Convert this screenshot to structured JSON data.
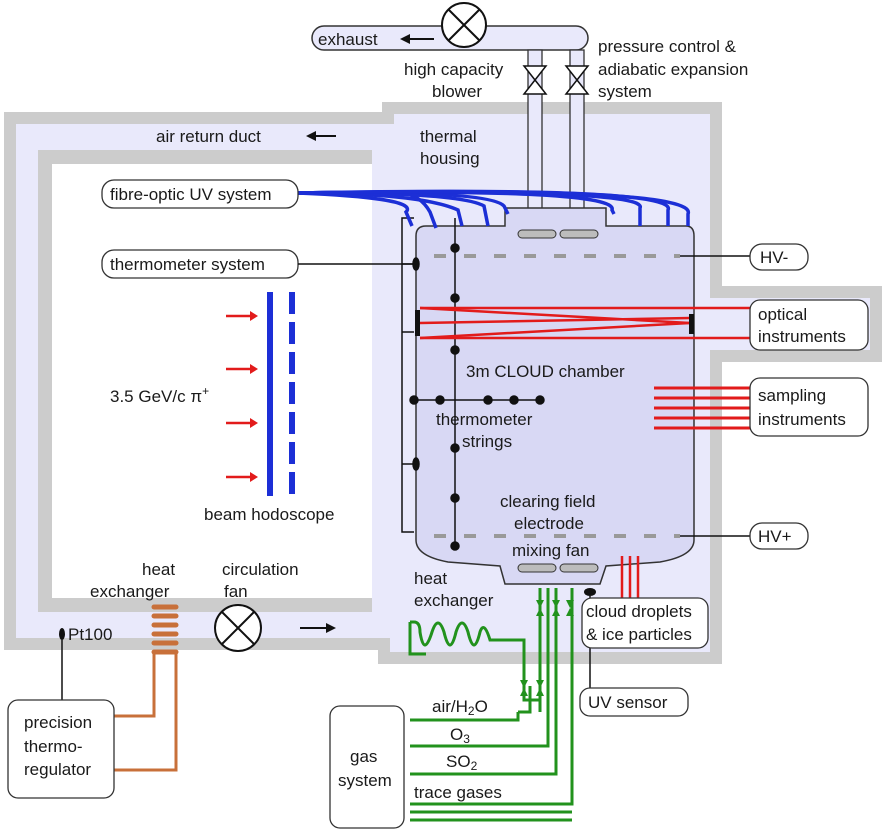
{
  "labels": {
    "exhaust": "exhaust",
    "blower_line1": "high capacity",
    "blower_line2": "blower",
    "pressure_line1": "pressure control &",
    "pressure_line2": "adiabatic expansion",
    "pressure_line3": "system",
    "air_return": "air return duct",
    "thermal_line1": "thermal",
    "thermal_line2": "housing",
    "fibre_optic": "fibre-optic UV system",
    "thermometer_system": "thermometer system",
    "hv_minus": "HV-",
    "optical_line1": "optical",
    "optical_line2": "instruments",
    "chamber": "3m CLOUD chamber",
    "sampling_line1": "sampling",
    "sampling_line2": "instruments",
    "beam": "3.5 GeV/c π",
    "beam_sup": "+",
    "strings_line1": "thermometer",
    "strings_line2": "strings",
    "hodoscope": "beam hodoscope",
    "clearing_line1": "clearing field",
    "clearing_line2": "electrode",
    "hv_plus": "HV+",
    "mixing_fan": "mixing fan",
    "hx_left_line1": "heat",
    "hx_left_line2": "exchanger",
    "circ_line1": "circulation",
    "circ_line2": "fan",
    "hx_bottom_line1": "heat",
    "hx_bottom_line2": "exchanger",
    "droplets_line1": "cloud droplets",
    "droplets_line2": "& ice particles",
    "pt100": "Pt100",
    "uv_sensor": "UV sensor",
    "precision_line1": "precision",
    "precision_line2": "thermo-",
    "precision_line3": "regulator",
    "air_h2o": "air/H",
    "air_h2o_sub": "2",
    "air_h2o_end": "O",
    "o3": "O",
    "o3_sub": "3",
    "so2": "SO",
    "so2_sub": "2",
    "trace": "trace gases",
    "gas_line1": "gas",
    "gas_line2": "system"
  },
  "colors": {
    "housing_fill": "#e9e9fb",
    "duct_grey": "#cccccc",
    "chamber_fill": "#d8d8f4",
    "uv_blue": "#1c2fd6",
    "beam_red": "#e21b1b",
    "gas_green": "#22921d",
    "copper": "#c8703a"
  }
}
